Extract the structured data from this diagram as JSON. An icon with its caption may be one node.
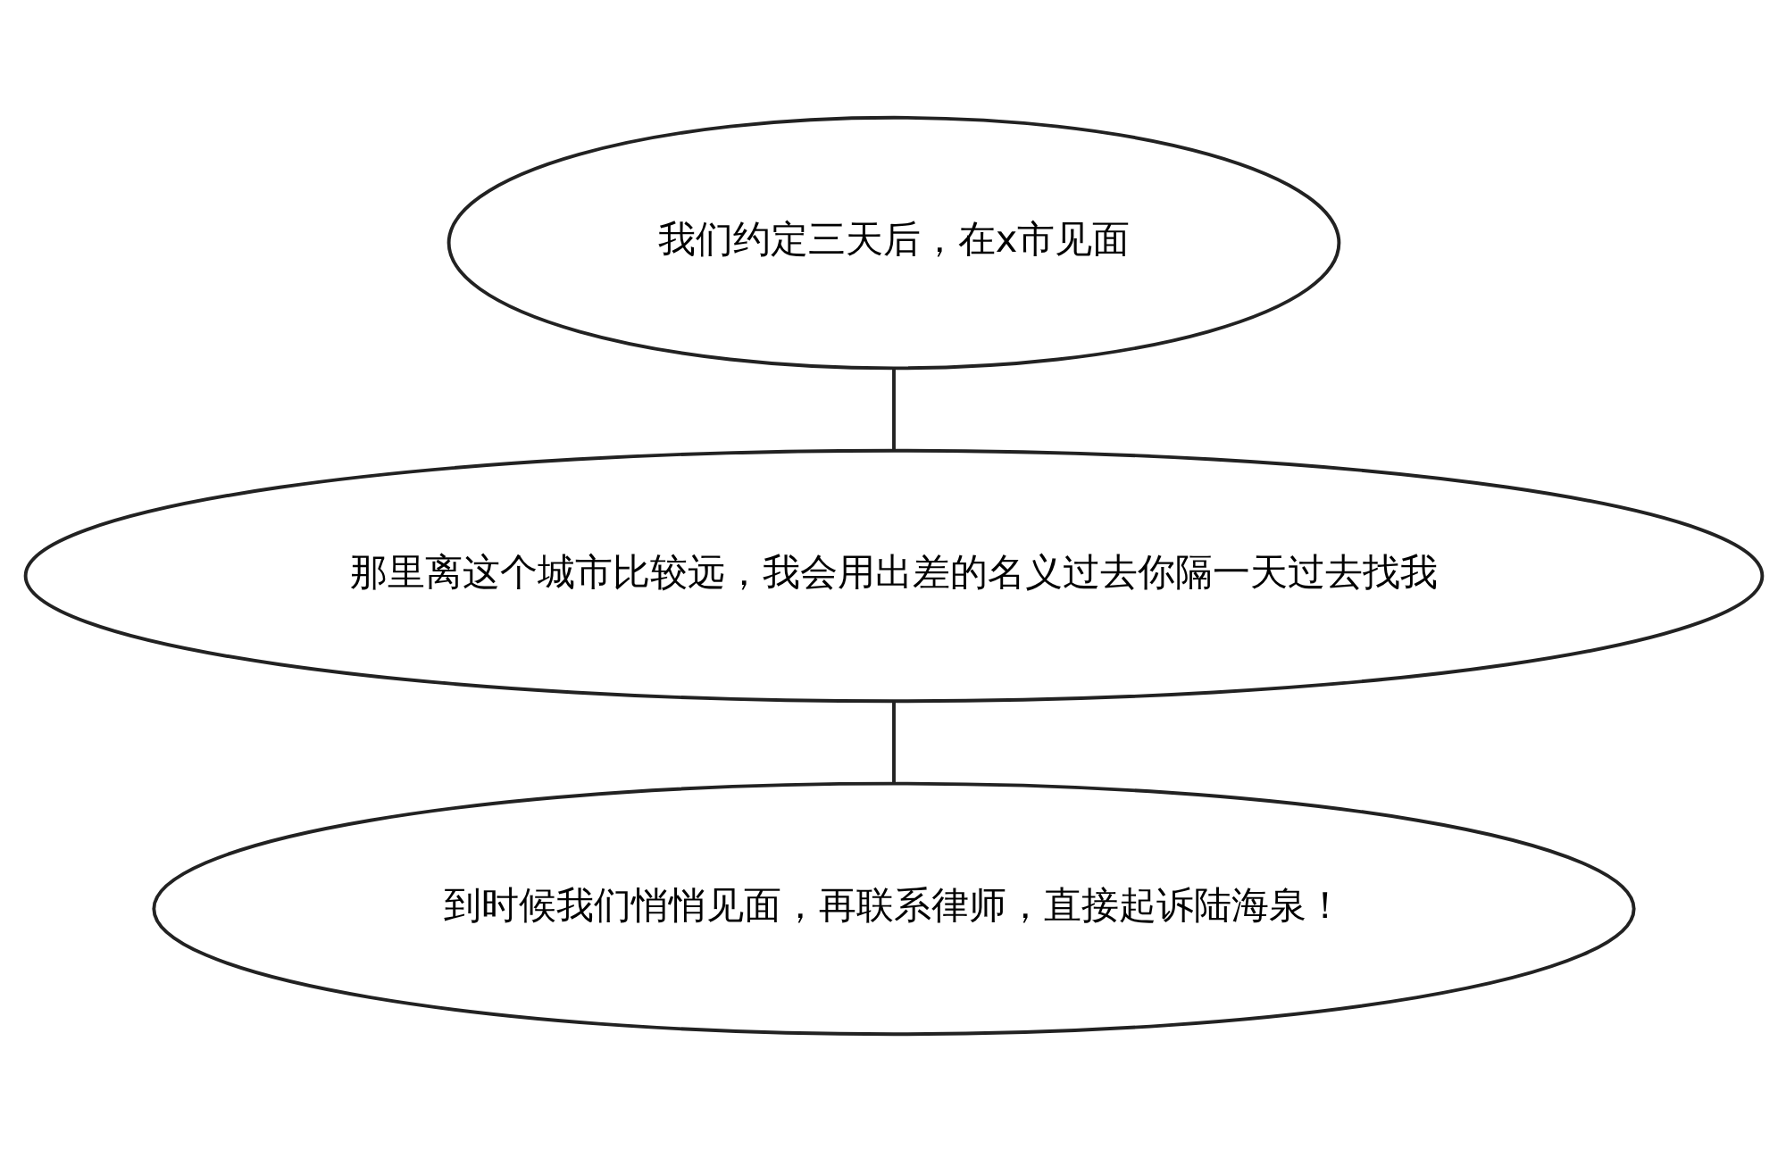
{
  "diagram": {
    "nodes": [
      {
        "text": [
          "我们约定三天后，在x市见面"
        ]
      },
      {
        "text": [
          "那里离这个城市比较远，我会用出差的名义过去你隔一天过去找我"
        ]
      },
      {
        "text": [
          "到时候我们悄悄见面，再联系律师，直接起诉陆海泉！"
        ]
      }
    ],
    "edges": [
      {
        "from": 0,
        "to": 1,
        "arrow": "none"
      },
      {
        "from": 1,
        "to": 2,
        "arrow": "none"
      }
    ]
  }
}
